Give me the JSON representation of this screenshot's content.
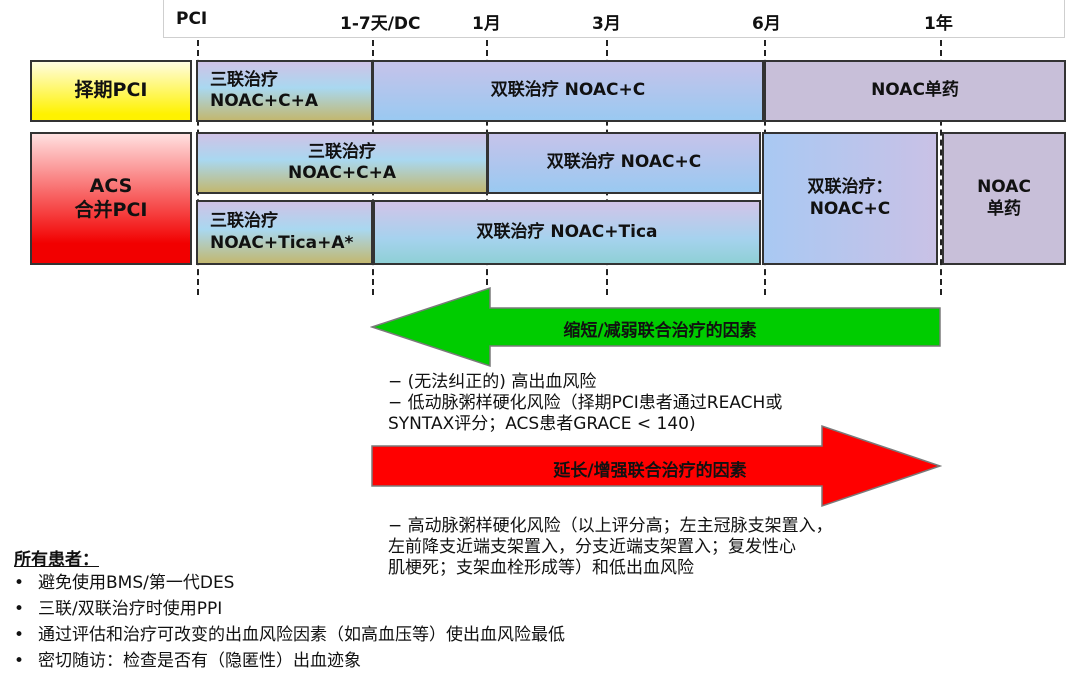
{
  "timeline": {
    "ticks": [
      "PCI",
      "1-7天/DC",
      "1月",
      "3月",
      "6月",
      "1年"
    ]
  },
  "rows": {
    "elective": {
      "label": "择期PCI",
      "triple": {
        "line1": "三联治疗",
        "line2": "NOAC+C+A"
      },
      "dual": "双联治疗 NOAC+C",
      "mono": "NOAC单药"
    },
    "acs": {
      "label_line1": "ACS",
      "label_line2": "合并PCI",
      "triple_c": {
        "line1": "三联治疗",
        "line2": "NOAC+C+A"
      },
      "dual_c": "双联治疗 NOAC+C",
      "triple_tica": {
        "line1": "三联治疗",
        "line2": "NOAC+Tica+A*"
      },
      "dual_tica": "双联治疗 NOAC+Tica",
      "dual_long": {
        "line1": "双联治疗：",
        "line2": "NOAC+C"
      },
      "mono": {
        "line1": "NOAC",
        "line2": "单药"
      }
    }
  },
  "arrows": {
    "shorten": {
      "label": "缩短/减弱联合治疗的因素",
      "color": "#00cc00"
    },
    "extend": {
      "label": "延长/增强联合治疗的因素",
      "color": "#ff0000"
    }
  },
  "shorten_notes": [
    "−  (无法纠正的) 高出血风险",
    "−  低动脉粥样硬化风险（择期PCI患者通过REACH或",
    "    SYNTAX评分；ACS患者GRACE < 140)"
  ],
  "extend_notes": [
    "−  高动脉粥样硬化风险（以上评分高；左主冠脉支架置入，",
    "    左前降支近端支架置入，分支近端支架置入；复发性心",
    "    肌梗死；支架血栓形成等）和低出血风险"
  ],
  "all_patients": {
    "title": "所有患者：",
    "items": [
      "避免使用BMS/第一代DES",
      "三联/双联治疗时使用PPI",
      "通过评估和治疗可改变的出血风险因素（如高血压等）使出血风险最低",
      "密切随访：检查是否有（隐匿性）出血迹象"
    ]
  }
}
